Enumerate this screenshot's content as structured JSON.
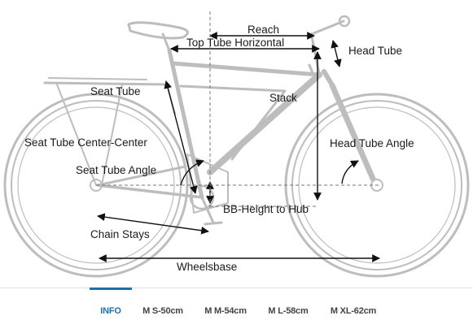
{
  "diagram": {
    "labels": {
      "reach": "Reach",
      "top_tube_horizontal": "Top Tube Horizontal",
      "head_tube": "Head Tube",
      "seat_tube": "Seat Tube",
      "stack": "Stack",
      "seat_tube_center_center": "Seat Tube Center-Center",
      "head_tube_angle": "Head Tube Angle",
      "seat_tube_angle": "Seat Tube Angle",
      "bb_height_to_hub": "BB-Height to Hub",
      "chain_stays": "Chain Stays",
      "wheelsbase": "Wheelsbase"
    }
  },
  "tabs": [
    {
      "label": "INFO",
      "active": true
    },
    {
      "label": "M S-50cm",
      "active": false
    },
    {
      "label": "M M-54cm",
      "active": false
    },
    {
      "label": "M L-58cm",
      "active": false
    },
    {
      "label": "M XL-62cm",
      "active": false
    }
  ],
  "colors": {
    "accent": "#1a73a8",
    "frame": "#bdbdbd",
    "dimension": "#111111"
  }
}
